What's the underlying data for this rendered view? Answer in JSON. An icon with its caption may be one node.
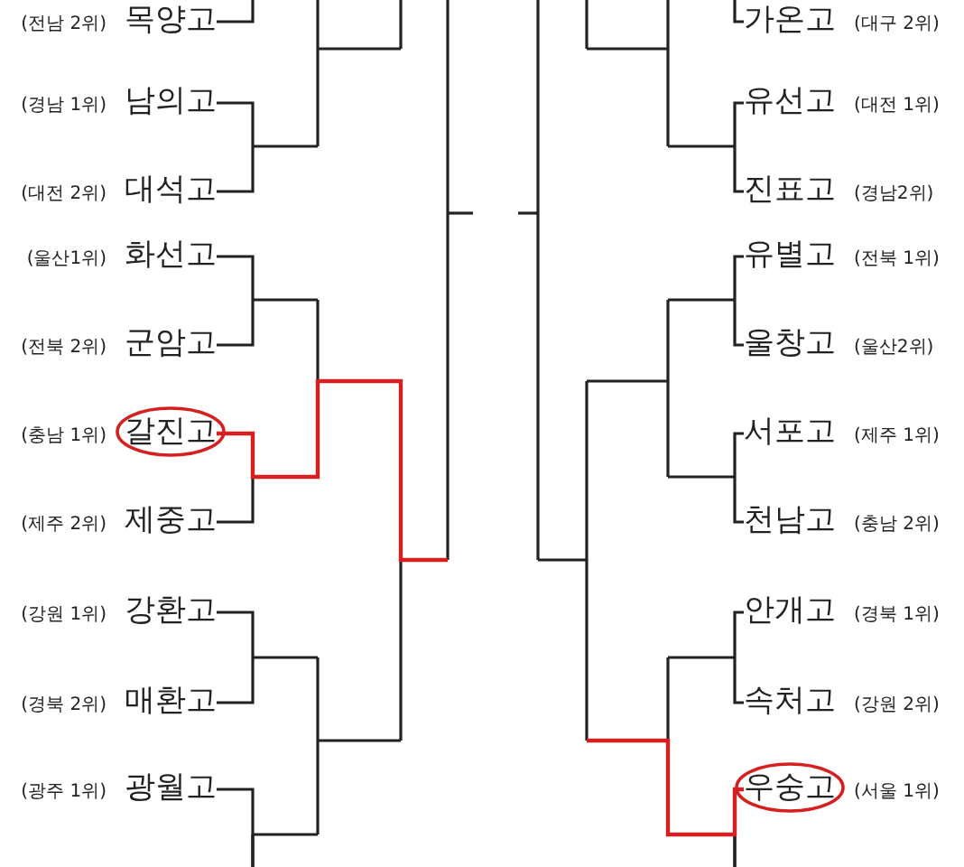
{
  "diagram": {
    "nodes": [
      {
        "text": [
          "목양고"
        ],
        "beside": [
          "(전남 2위)"
        ]
      },
      {
        "text": [
          "남의고"
        ],
        "beside": [
          "(경남 1위)"
        ]
      },
      {
        "text": [
          "대석고"
        ],
        "beside": [
          "(대전 2위)"
        ]
      },
      {
        "text": [
          "화선고"
        ],
        "beside": [
          "(울산1위)"
        ]
      },
      {
        "text": [
          "군암고"
        ],
        "beside": [
          "(전북 2위)"
        ]
      },
      {
        "text": [
          "갈진고"
        ],
        "beside": [
          "(충남 1위)"
        ]
      },
      {
        "text": [
          "제중고"
        ],
        "beside": [
          "(제주 2위)"
        ]
      },
      {
        "text": [
          "강환고"
        ],
        "beside": [
          "(강원 1위)"
        ]
      },
      {
        "text": [
          "매환고"
        ],
        "beside": [
          "(경북 2위)"
        ]
      },
      {
        "text": [
          "광월고"
        ],
        "beside": [
          "(광주 1위)"
        ]
      },
      {
        "text": [
          "가온고"
        ],
        "beside": [
          "(대구 2위)"
        ]
      },
      {
        "text": [
          "유선고"
        ],
        "beside": [
          "(대전 1위)"
        ]
      },
      {
        "text": [
          "진표고"
        ],
        "beside": [
          "(경남2위)"
        ]
      },
      {
        "text": [
          "유별고"
        ],
        "beside": [
          "(전북 1위)"
        ]
      },
      {
        "text": [
          "울창고"
        ],
        "beside": [
          "(울산2위)"
        ]
      },
      {
        "text": [
          "서포고"
        ],
        "beside": [
          "(제주 1위)"
        ]
      },
      {
        "text": [
          "천남고"
        ],
        "beside": [
          "(충남 2위)"
        ]
      },
      {
        "text": [
          "안개고"
        ],
        "beside": [
          "(경북 1위)"
        ]
      },
      {
        "text": [
          "속처고"
        ],
        "beside": [
          "(강원 2위)"
        ]
      },
      {
        "text": [
          "우숭고"
        ],
        "beside": [
          "(서울 1위)"
        ]
      }
    ],
    "edges": [
      {
        "from": 0,
        "to": null,
        "arrow": "none"
      },
      {
        "from": 1,
        "to": 2,
        "arrow": "none"
      },
      {
        "from": 3,
        "to": 4,
        "arrow": "none"
      },
      {
        "from": 5,
        "to": 6,
        "arrow": "none"
      },
      {
        "from": 7,
        "to": 8,
        "arrow": "none"
      },
      {
        "from": 9,
        "to": null,
        "arrow": "none"
      },
      {
        "from": 10,
        "to": null,
        "arrow": "none"
      },
      {
        "from": 11,
        "to": 12,
        "arrow": "none"
      },
      {
        "from": 13,
        "to": 14,
        "arrow": "none"
      },
      {
        "from": 15,
        "to": 16,
        "arrow": "none"
      },
      {
        "from": 17,
        "to": 18,
        "arrow": "none"
      },
      {
        "from": 19,
        "to": null,
        "arrow": "none"
      }
    ]
  }
}
